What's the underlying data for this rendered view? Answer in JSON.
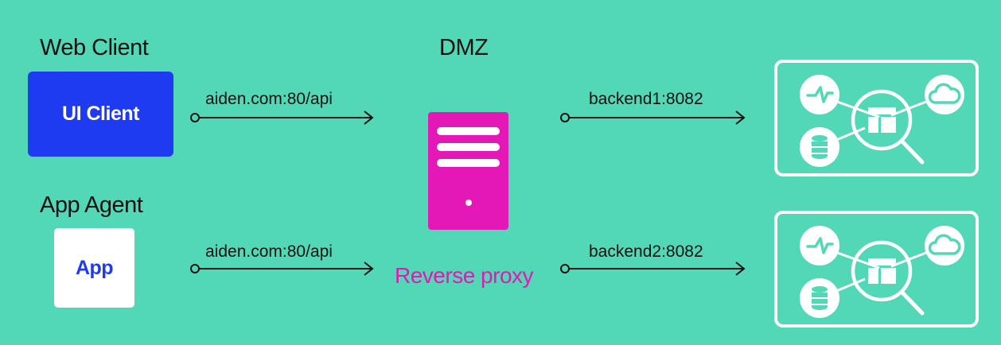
{
  "diagram": {
    "web_client_title": "Web Client",
    "ui_client_label": "UI Client",
    "app_agent_title": "App Agent",
    "app_label": "App",
    "dmz_title": "DMZ",
    "proxy_label": "Reverse proxy",
    "edges": [
      {
        "label": "aiden.com:80/api"
      },
      {
        "label": "aiden.com:80/api"
      },
      {
        "label": "backend1:8082"
      },
      {
        "label": "backend2:8082"
      }
    ],
    "icons": {
      "server": "server-tower-icon",
      "backend": "backend-services-icon",
      "activity": "activity-pulse-icon",
      "cloud": "cloud-icon",
      "database": "database-icon",
      "dashboard": "dashboard-magnifier-icon"
    }
  },
  "colors": {
    "background": "#53d8b7",
    "ui_client_bg": "#1f3bf2",
    "app_text": "#1f3bf2",
    "proxy": "#e318b6",
    "line": "#111111",
    "backend_stroke": "#ffffff"
  }
}
